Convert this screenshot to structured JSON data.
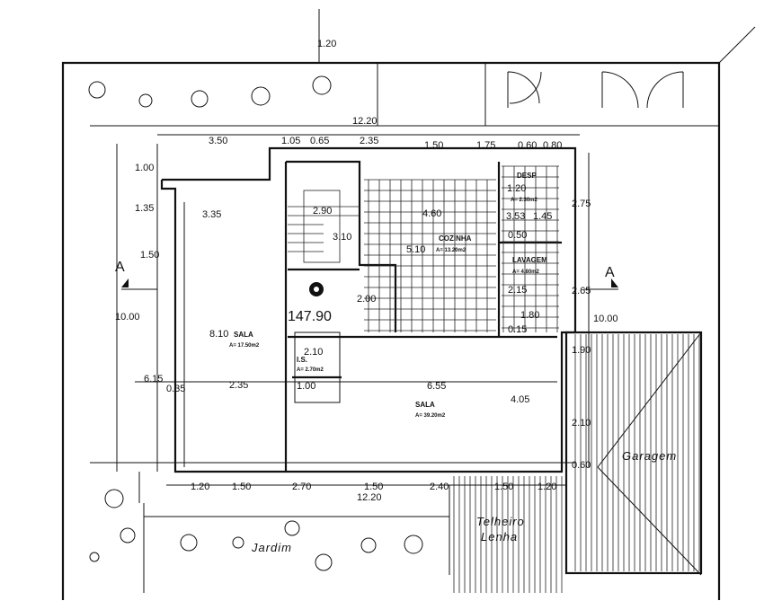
{
  "plan": {
    "elevation": "147.90",
    "section_marks": [
      "A",
      "A"
    ],
    "rooms": {
      "sala_left": "SALA",
      "sala_left_area": "A= 17.50m2",
      "sala_main": "SALA",
      "sala_main_area": "A= 39.20m2",
      "cozinha": "COZINHA",
      "cozinha_area": "A= 13.20m2",
      "desp": "DESP",
      "desp_area": "A= 2.30m2",
      "lavagem": "LAVAGEM",
      "lavagem_area": "A= 4.80m2",
      "is": "I.S.",
      "is_area": "A= 2.70m2",
      "garagem": "Garagem",
      "telheiro": "Telheiro",
      "lenha": "Lenha",
      "jardim": "Jardim"
    },
    "dims": {
      "top_setback": "1.20",
      "top_total": "12.20",
      "t1": "3.50",
      "t2": "1.05",
      "t3": "0.65",
      "t4": "2.35",
      "t5": "1.50",
      "t6": "1.75",
      "t7": "0.60",
      "t8": "0.80",
      "l1": "1.00",
      "l2": "1.35",
      "l3": "1.50",
      "l4": "10.00",
      "l5": "6.15",
      "l6": "0.35",
      "i1": "3.35",
      "i2": "2.90",
      "i3": "3.10",
      "i4": "4.60",
      "i5": "5.10",
      "i6": "2.00",
      "i7": "8.10",
      "i8": "2.35",
      "i9": "6.55",
      "i10": "4.05",
      "i11": "1.20",
      "i12": "3.53",
      "i13": "1.45",
      "i14": "0.50",
      "i15": "2.15",
      "i16": "1.80",
      "i17": "0.15",
      "i18": "2.10",
      "i19": "1.00",
      "r1": "2.75",
      "r2": "2.65",
      "r3": "10.00",
      "r4": "1.90",
      "r5": "2.10",
      "r6": "0.60",
      "b1": "1.20",
      "b2": "1.50",
      "b3": "2.70",
      "b4": "1.50",
      "b5": "2.40",
      "b6": "1.50",
      "b7": "1.20",
      "b_total": "12.20"
    }
  }
}
